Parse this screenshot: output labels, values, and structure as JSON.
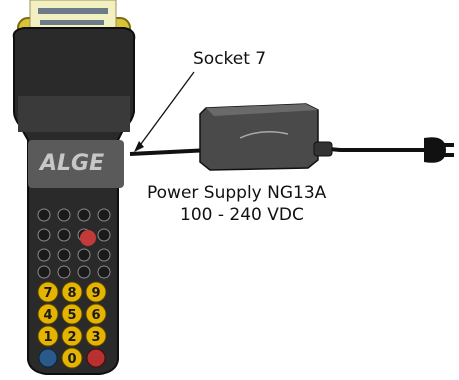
{
  "diagram": {
    "callout_socket": "Socket 7",
    "psu_name": "Power Supply NG13A",
    "psu_voltage": "100 - 240 VDC",
    "device_brand": "ALGE"
  },
  "keypad": {
    "digits": [
      "7",
      "8",
      "9",
      "4",
      "5",
      "6",
      "1",
      "2",
      "3",
      "0"
    ]
  },
  "colors": {
    "device_body": "#2a2a2a",
    "printer_paper": "#f2efc0",
    "printer_housing": "#d9c437",
    "digit_key": "#e5b400",
    "psu_body": "#4a4a4a",
    "cable": "#111111"
  }
}
